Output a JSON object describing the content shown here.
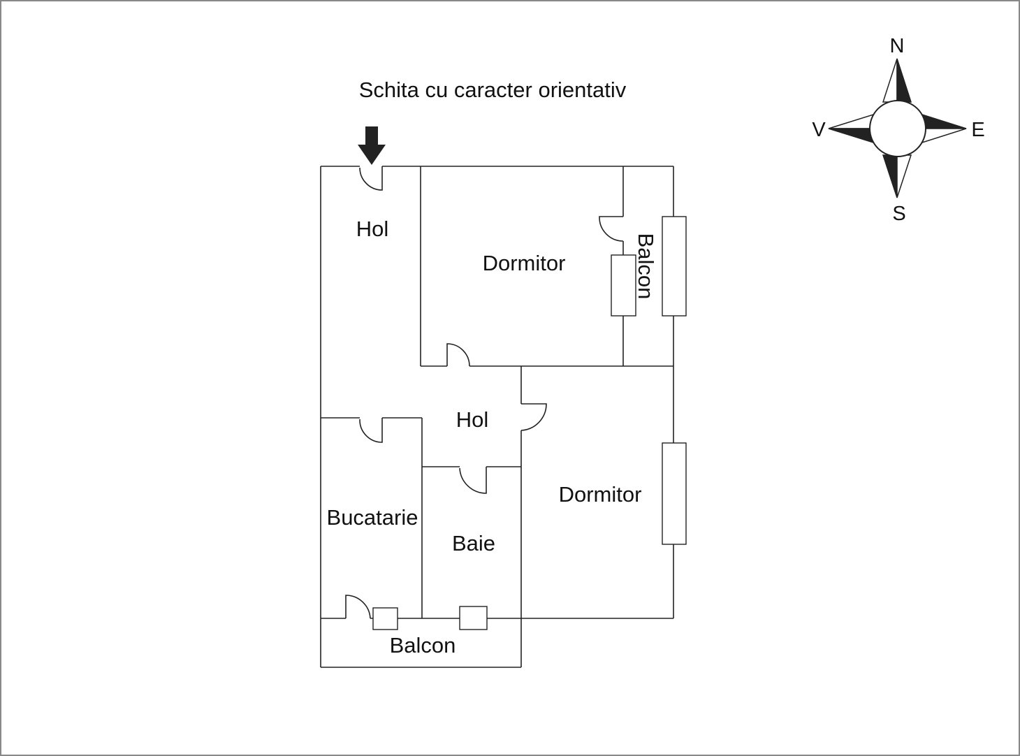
{
  "title": "Schita cu caracter orientativ",
  "rooms": {
    "hol_entry": "Hol",
    "dormitor_north": "Dormitor",
    "balcon_east": "Balcon",
    "hol_central": "Hol",
    "bucatarie": "Bucatarie",
    "baie": "Baie",
    "dormitor_south": "Dormitor",
    "balcon_south": "Balcon"
  },
  "compass": {
    "north": "N",
    "south": "S",
    "east": "E",
    "west": "V"
  },
  "icons": {
    "entrance": "entrance-arrow-icon",
    "compass": "compass-rose-icon"
  },
  "colors": {
    "line": "#222222",
    "background": "#ffffff",
    "frame": "#888888"
  }
}
